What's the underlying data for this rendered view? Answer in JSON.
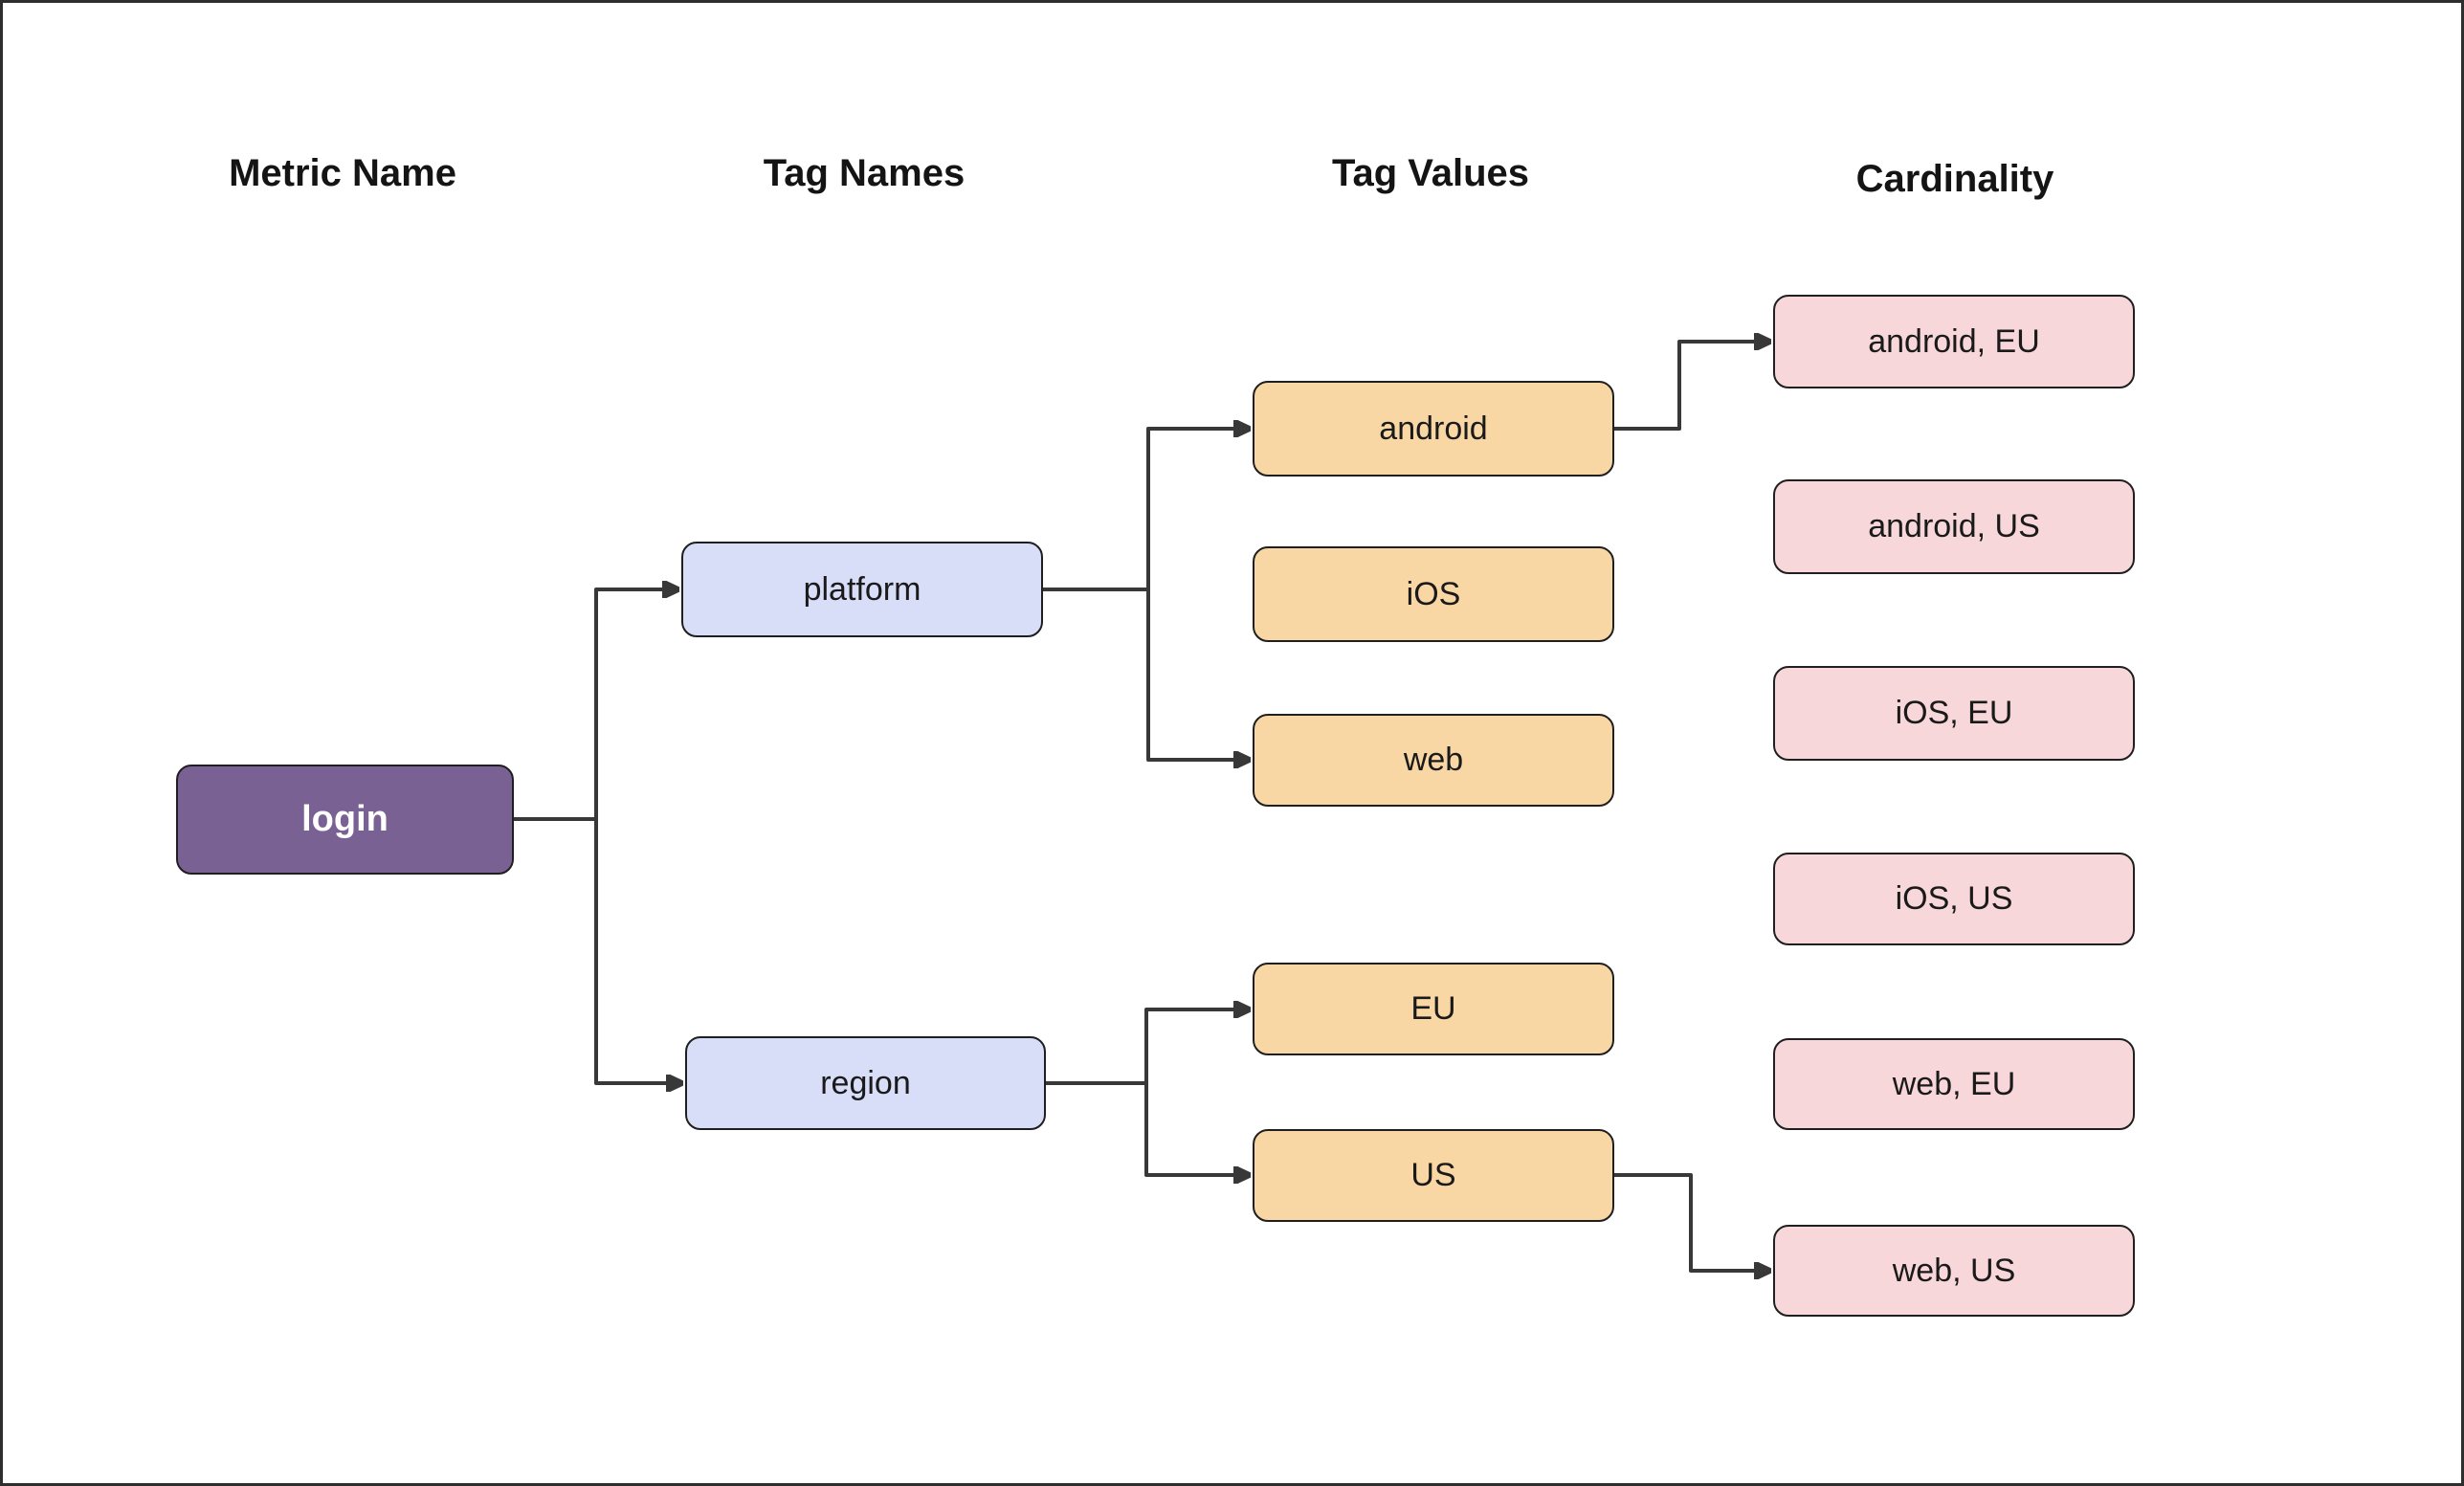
{
  "diagram": {
    "columns": [
      {
        "label": "Metric Name"
      },
      {
        "label": "Tag Names"
      },
      {
        "label": "Tag Values"
      },
      {
        "label": "Cardinality"
      }
    ],
    "nodes": {
      "metric": {
        "label": "login"
      },
      "tag_names": [
        {
          "label": "platform"
        },
        {
          "label": "region"
        }
      ],
      "tag_values": [
        {
          "label": "android"
        },
        {
          "label": "iOS"
        },
        {
          "label": "web"
        },
        {
          "label": "EU"
        },
        {
          "label": "US"
        }
      ],
      "cardinality": [
        {
          "label": "android, EU"
        },
        {
          "label": "android, US"
        },
        {
          "label": "iOS, EU"
        },
        {
          "label": "iOS, US"
        },
        {
          "label": "web, EU"
        },
        {
          "label": "web, US"
        }
      ]
    },
    "edges": [
      {
        "from": "login",
        "to": "platform"
      },
      {
        "from": "login",
        "to": "region"
      },
      {
        "from": "platform",
        "to": "android"
      },
      {
        "from": "platform",
        "to": "web"
      },
      {
        "from": "region",
        "to": "EU"
      },
      {
        "from": "region",
        "to": "US"
      },
      {
        "from": "android",
        "to": "android, EU"
      },
      {
        "from": "US",
        "to": "web, US"
      }
    ],
    "colors": {
      "metric_fill": "#7a6194",
      "metric_text": "#ffffff",
      "tag_name_fill": "#d8ddf8",
      "tag_value_fill": "#f9d7a4",
      "cardinality_fill": "#f8d7da",
      "node_border": "#1f1f1f",
      "edge_stroke": "#383838",
      "text": "#1a1a1a",
      "background": "#ffffff"
    }
  }
}
